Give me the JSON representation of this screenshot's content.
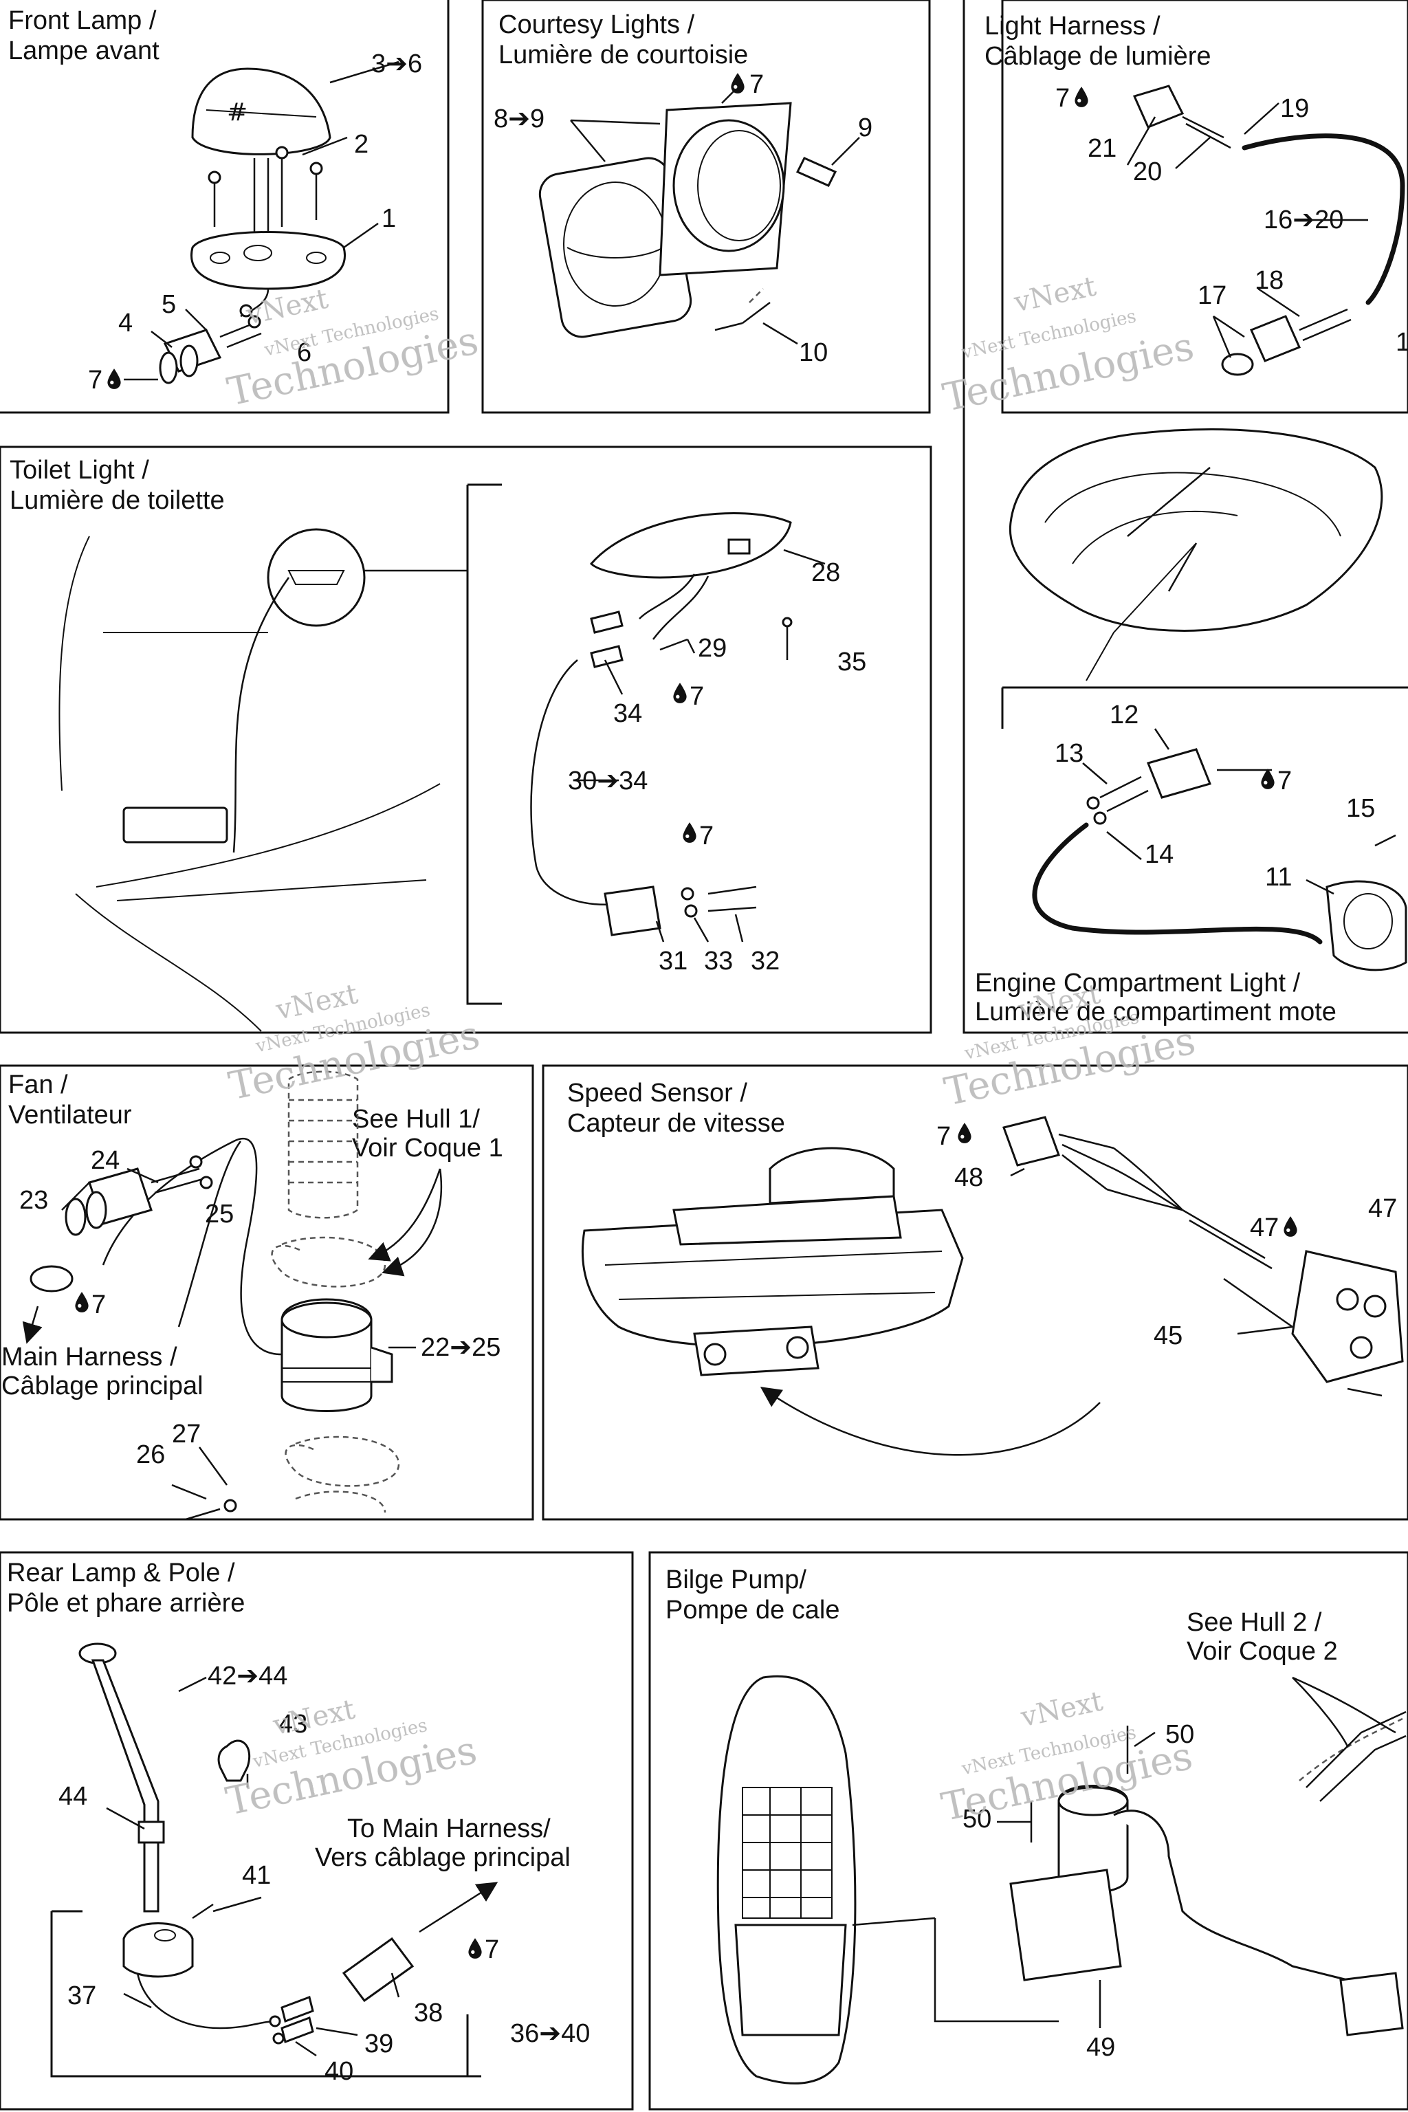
{
  "panels": {
    "front_lamp": {
      "title1": "Front Lamp /",
      "title2": "Lampe avant",
      "labels": {
        "l36": "3➔6",
        "l2": "2",
        "l1": "1",
        "l5": "5",
        "l4": "4",
        "l6": "6",
        "l7": "7"
      }
    },
    "courtesy": {
      "title1": "Courtesy Lights /",
      "title2": "Lumière de courtoisie",
      "labels": {
        "l7": "7",
        "l89": "8➔9",
        "l9": "9",
        "l10": "10"
      }
    },
    "light_harness": {
      "title1": "Light Harness /",
      "title2": "Câblage de lumière",
      "labels": {
        "l7": "7",
        "l19": "19",
        "l21": "21",
        "l20": "20",
        "l1620": "16➔20",
        "l18": "18",
        "l17": "17",
        "l16": "1"
      }
    },
    "toilet": {
      "title1": "Toilet Light /",
      "title2": "Lumière de toilette",
      "labels": {
        "l28": "28",
        "l29": "29",
        "l35": "35",
        "l34": "34",
        "l7a": "7",
        "l3034": "30➔34",
        "l7b": "7",
        "l31": "31",
        "l33": "33",
        "l32": "32"
      }
    },
    "engine": {
      "title1": "Engine Compartment Light /",
      "title2": "Lumière de compartiment mote",
      "labels": {
        "l12": "12",
        "l13": "13",
        "l7": "7",
        "l15": "15",
        "l14": "14",
        "l11": "11"
      }
    },
    "fan": {
      "title1": "Fan /",
      "title2": "Ventilateur",
      "see1": "See Hull 1/",
      "see2": "Voir Coque 1",
      "main1": "Main Harness /",
      "main2": "Câblage principal",
      "labels": {
        "l24": "24",
        "l23": "23",
        "l25": "25",
        "l7": "7",
        "l2225": "22➔25",
        "l27": "27",
        "l26": "26"
      }
    },
    "speed": {
      "title1": "Speed Sensor /",
      "title2": "Capteur de vitesse",
      "labels": {
        "l7": "7",
        "l48": "48",
        "l47a": "47",
        "l47b": "47",
        "l45": "45"
      }
    },
    "rear": {
      "title1": "Rear Lamp & Pole /",
      "title2": "Pôle et phare arrière",
      "to1": "To Main Harness/",
      "to2": "Vers câblage principal",
      "labels": {
        "l4244": "42➔44",
        "l43": "43",
        "l44": "44",
        "l41": "41",
        "l7": "7",
        "l37": "37",
        "l38": "38",
        "l39": "39",
        "l40": "40",
        "l3640": "36➔40"
      }
    },
    "bilge": {
      "title1": "Bilge Pump/",
      "title2": "Pompe de cale",
      "see1": "See Hull 2 /",
      "see2": "Voir Coque 2",
      "labels": {
        "l50a": "50",
        "l50b": "50",
        "l49": "49"
      }
    }
  },
  "watermark": {
    "line1": "vNext",
    "line2": "vNext Technologies",
    "line3": "Technologies"
  },
  "colors": {
    "ink": "#111111",
    "watermark": "#b9b9b9",
    "background": "#ffffff"
  },
  "icons": {
    "drop": "oil-drop-icon",
    "arrow": "range-arrow-icon"
  }
}
